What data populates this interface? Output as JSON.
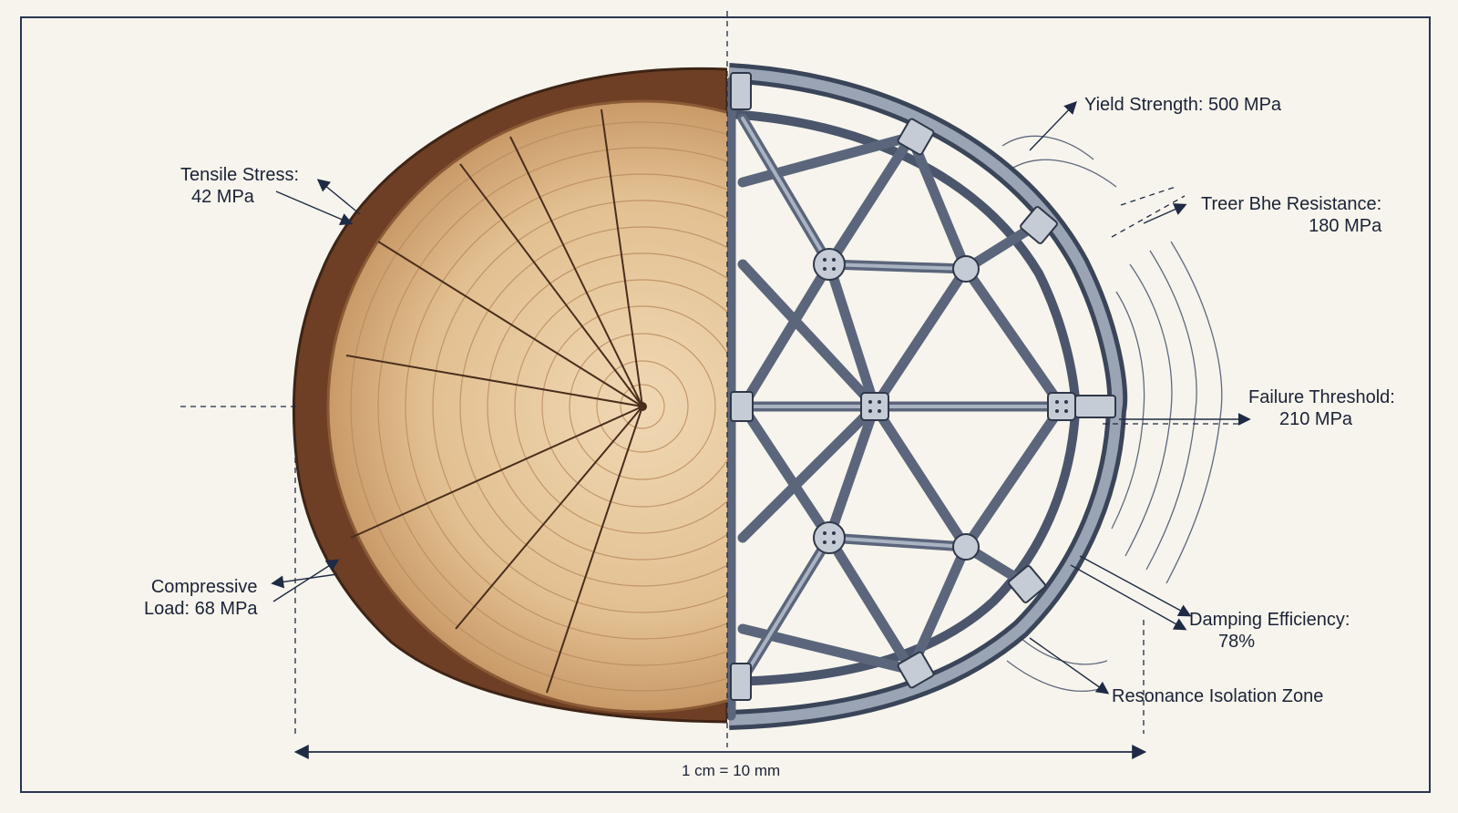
{
  "labels": {
    "tensile": {
      "line1": "Tensile Stress:",
      "line2": "42 MPa"
    },
    "compressive": {
      "line1": "Compressive",
      "line2": "Load: 68 MPa"
    },
    "yield": {
      "line1": "Yield Strength: 500 MPa"
    },
    "shear": {
      "line1": "Treer Bhe Resistance:",
      "line2": "180 MPa"
    },
    "failure": {
      "line1": "Failure Threshold:",
      "line2": "210 MPa"
    },
    "damping": {
      "line1": "Damping Efficiency:",
      "line2": "78%"
    },
    "resonance": {
      "line1": "Resonance Isolation Zone"
    }
  },
  "scale_bar": {
    "text": "1 cm = 10 mm"
  },
  "colors": {
    "ink": "#1f2a44",
    "wood_light": "#e8c9a0",
    "wood_mid": "#d9b182",
    "bark": "#7b4a2c",
    "steel": "#7a8598",
    "steel_dark": "#3b4559",
    "paper": "#f6f4ec"
  },
  "icons": {
    "wood": "tree-cross-section",
    "steel": "steel-truss-half-disc"
  }
}
